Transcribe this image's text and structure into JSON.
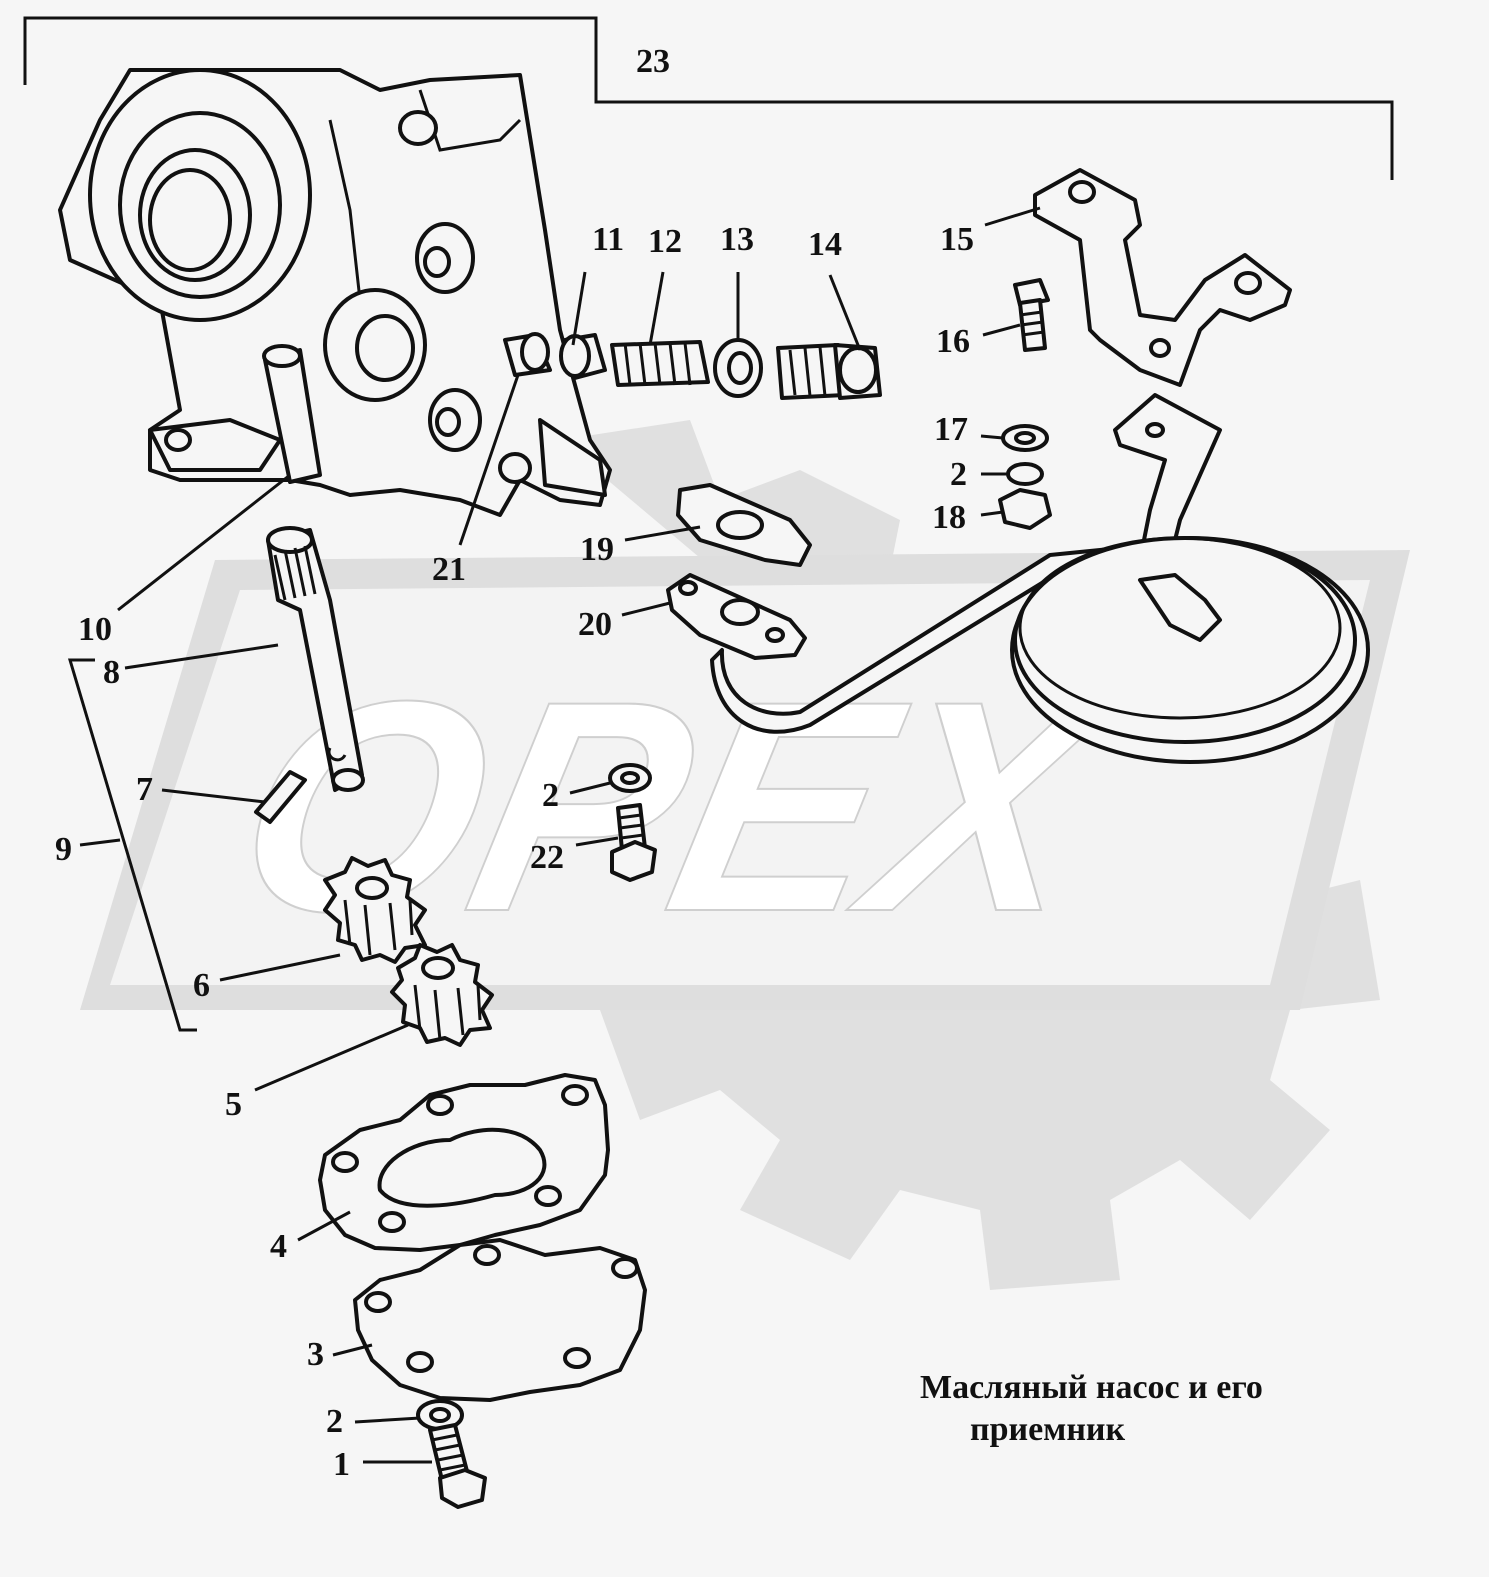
{
  "title_line1": "Масляный насос и его",
  "title_line2": "приемник",
  "watermark": "OPEX",
  "callouts": [
    {
      "id": "c1",
      "text": "1"
    },
    {
      "id": "c2a",
      "text": "2"
    },
    {
      "id": "c3",
      "text": "3"
    },
    {
      "id": "c4",
      "text": "4"
    },
    {
      "id": "c5",
      "text": "5"
    },
    {
      "id": "c6",
      "text": "6"
    },
    {
      "id": "c7",
      "text": "7"
    },
    {
      "id": "c8",
      "text": "8"
    },
    {
      "id": "c9",
      "text": "9"
    },
    {
      "id": "c10",
      "text": "10"
    },
    {
      "id": "c11",
      "text": "11"
    },
    {
      "id": "c12",
      "text": "12"
    },
    {
      "id": "c13",
      "text": "13"
    },
    {
      "id": "c14",
      "text": "14"
    },
    {
      "id": "c15",
      "text": "15"
    },
    {
      "id": "c16",
      "text": "16"
    },
    {
      "id": "c17",
      "text": "17"
    },
    {
      "id": "c2b",
      "text": "2"
    },
    {
      "id": "c18",
      "text": "18"
    },
    {
      "id": "c19",
      "text": "19"
    },
    {
      "id": "c20",
      "text": "20"
    },
    {
      "id": "c2c",
      "text": "2"
    },
    {
      "id": "c21",
      "text": "21"
    },
    {
      "id": "c22",
      "text": "22"
    },
    {
      "id": "c23",
      "text": "23"
    }
  ]
}
